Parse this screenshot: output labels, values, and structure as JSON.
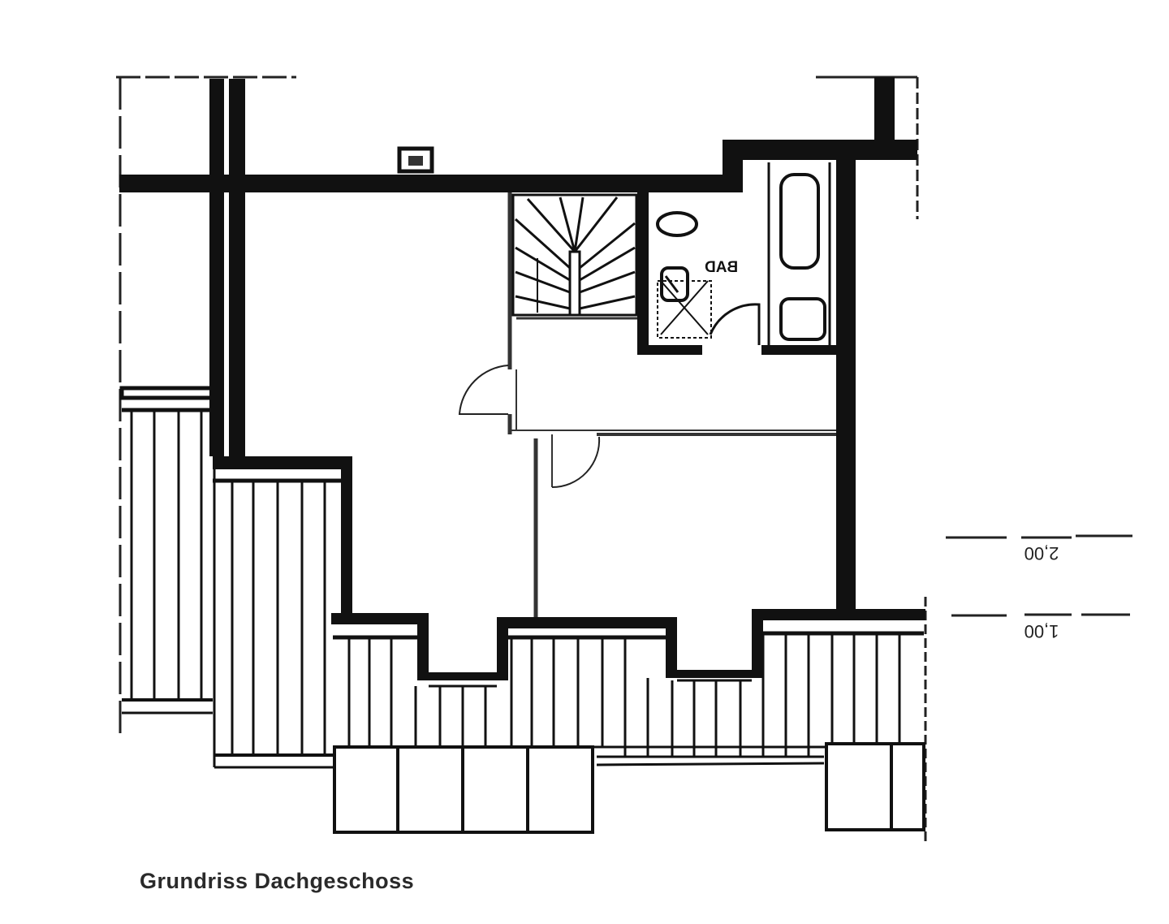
{
  "drawing": {
    "title": "Grundriss Dachgeschoss",
    "rooms": [
      {
        "label": "BAD",
        "rendered_mirrored": true
      }
    ],
    "dimension_markers": [
      {
        "value": "2,00",
        "rendered_rotated": true
      },
      {
        "value": "1,00",
        "rendered_rotated": true
      }
    ],
    "symbols": [
      {
        "name": "chimney-icon"
      },
      {
        "name": "winding-staircase"
      },
      {
        "name": "bathtub"
      },
      {
        "name": "washbasin"
      },
      {
        "name": "sink"
      },
      {
        "name": "toilet"
      },
      {
        "name": "shower-tray"
      },
      {
        "name": "door-swing"
      }
    ],
    "colors": {
      "wall": "#111111",
      "line": "#1a1a1a",
      "background": "#ffffff",
      "caption": "#2a2a2a"
    }
  }
}
